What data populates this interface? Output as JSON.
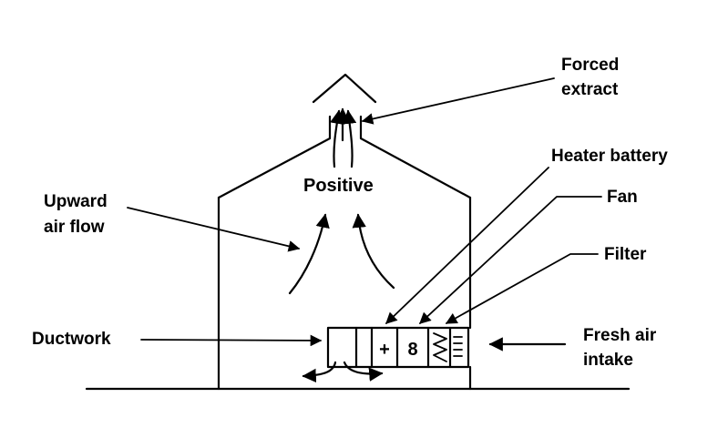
{
  "labels": {
    "forced_extract_1": "Forced",
    "forced_extract_2": "extract",
    "heater_battery": "Heater battery",
    "fan": "Fan",
    "filter": "Filter",
    "upward_air_flow_1": "Upward",
    "upward_air_flow_2": "air flow",
    "positive": "Positive",
    "ductwork": "Ductwork",
    "fresh_air_intake_1": "Fresh air",
    "fresh_air_intake_2": "intake"
  },
  "symbols": {
    "heater": "+",
    "fan": "8"
  },
  "colors": {
    "ink": "#000000",
    "background": "#ffffff"
  }
}
